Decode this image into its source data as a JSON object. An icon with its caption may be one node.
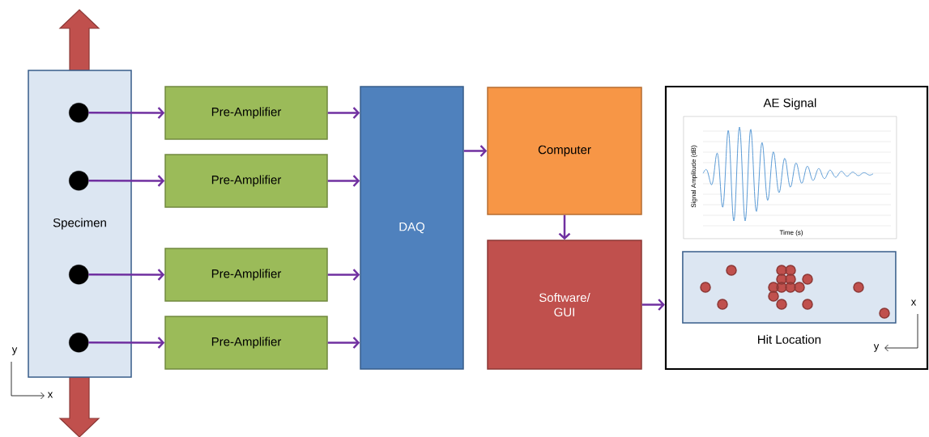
{
  "diagram": {
    "nodes": [
      {
        "text": [
          "Specimen"
        ]
      },
      {
        "text": [],
        "shape": "circle",
        "in": 0
      },
      {
        "text": [],
        "shape": "circle",
        "in": 0
      },
      {
        "text": [],
        "shape": "circle",
        "in": 0
      },
      {
        "text": [],
        "shape": "circle",
        "in": 0
      },
      {
        "text": [
          "Pre-Amplifier"
        ]
      },
      {
        "text": [
          "Pre-Amplifier"
        ]
      },
      {
        "text": [
          "Pre-Amplifier"
        ]
      },
      {
        "text": [
          "Pre-Amplifier"
        ]
      },
      {
        "text": [
          "DAQ"
        ]
      },
      {
        "text": [
          "Computer"
        ]
      },
      {
        "text": [
          "Software/ GUI"
        ]
      },
      {
        "text": [],
        "shape": "box"
      },
      {
        "text": [
          "AE Signal"
        ],
        "in": 12
      },
      {
        "text": [
          "Hit Location"
        ],
        "in": 12
      }
    ],
    "edges": [
      {
        "from": 1,
        "to": 5,
        "arrow": "to"
      },
      {
        "from": 2,
        "to": 6,
        "arrow": "to"
      },
      {
        "from": 3,
        "to": 7,
        "arrow": "to"
      },
      {
        "from": 4,
        "to": 8,
        "arrow": "to"
      },
      {
        "from": 5,
        "to": 9,
        "arrow": "to"
      },
      {
        "from": 6,
        "to": 9,
        "arrow": "to"
      },
      {
        "from": 7,
        "to": 9,
        "arrow": "to"
      },
      {
        "from": 8,
        "to": 9,
        "arrow": "to"
      },
      {
        "from": 9,
        "to": 10,
        "arrow": "to"
      },
      {
        "from": 10,
        "to": 11,
        "arrow": "to"
      },
      {
        "from": 11,
        "to": 12,
        "arrow": "to"
      }
    ],
    "labels": [
      "Signal Amplitude (dB)",
      "Time (s)",
      "y",
      "x",
      "x",
      "y"
    ]
  }
}
